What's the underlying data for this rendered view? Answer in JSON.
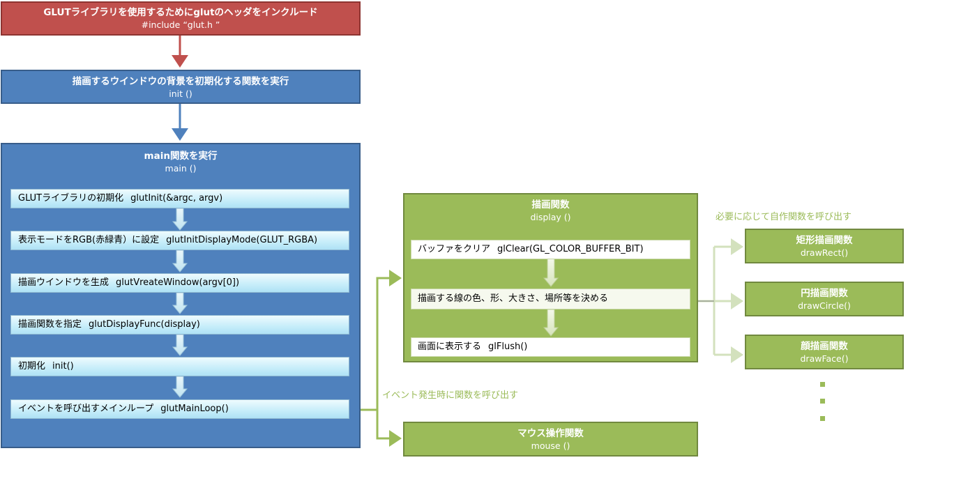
{
  "include_box": {
    "title": "GLUTライブラリを使用するためにglutのヘッダをインクルード",
    "code": "#include “glut.h ”"
  },
  "init_box": {
    "title": "描画するウインドウの背景を初期化する関数を実行",
    "code": "init ()"
  },
  "main_box": {
    "title": "main関数を実行",
    "code": "main ()",
    "steps": [
      {
        "label": "GLUTライブラリの初期化",
        "api": "glutInit(&argc, argv)"
      },
      {
        "label": "表示モードをRGB(赤緑青）に設定",
        "api": "glutInitDisplayMode(GLUT_RGBA)"
      },
      {
        "label": "描画ウインドウを生成",
        "api": "glutVreateWindow(argv[0])"
      },
      {
        "label": "描画関数を指定",
        "api": "glutDisplayFunc(display)"
      },
      {
        "label": "初期化",
        "api": "init()"
      },
      {
        "label": "イベントを呼び出すメインループ",
        "api": "glutMainLoop()"
      }
    ]
  },
  "display_box": {
    "title": "描画関数",
    "code": "display ()",
    "steps": [
      {
        "label": "バッファをクリア",
        "api": "glClear(GL_COLOR_BUFFER_BIT)"
      },
      {
        "label": "描画する線の色、形、大きさ、場所等を決める",
        "api": ""
      },
      {
        "label": "画面に表示する",
        "api": "glFlush()"
      }
    ]
  },
  "mouse_box": {
    "title": "マウス操作関数",
    "code": "mouse ()"
  },
  "event_note": "イベント発生時に関数を呼び出す",
  "helper_note": "必要に応じて自作関数を呼び出す",
  "helpers": [
    {
      "title": "矩形描画関数",
      "code": "drawRect()"
    },
    {
      "title": "円描画関数",
      "code": "drawCircle()"
    },
    {
      "title": "顔描画関数",
      "code": "drawFace()"
    }
  ],
  "colors": {
    "red": "#c0504d",
    "blue": "#4f81bd",
    "green": "#9bbb59",
    "light_blue": "#c9eefa"
  }
}
